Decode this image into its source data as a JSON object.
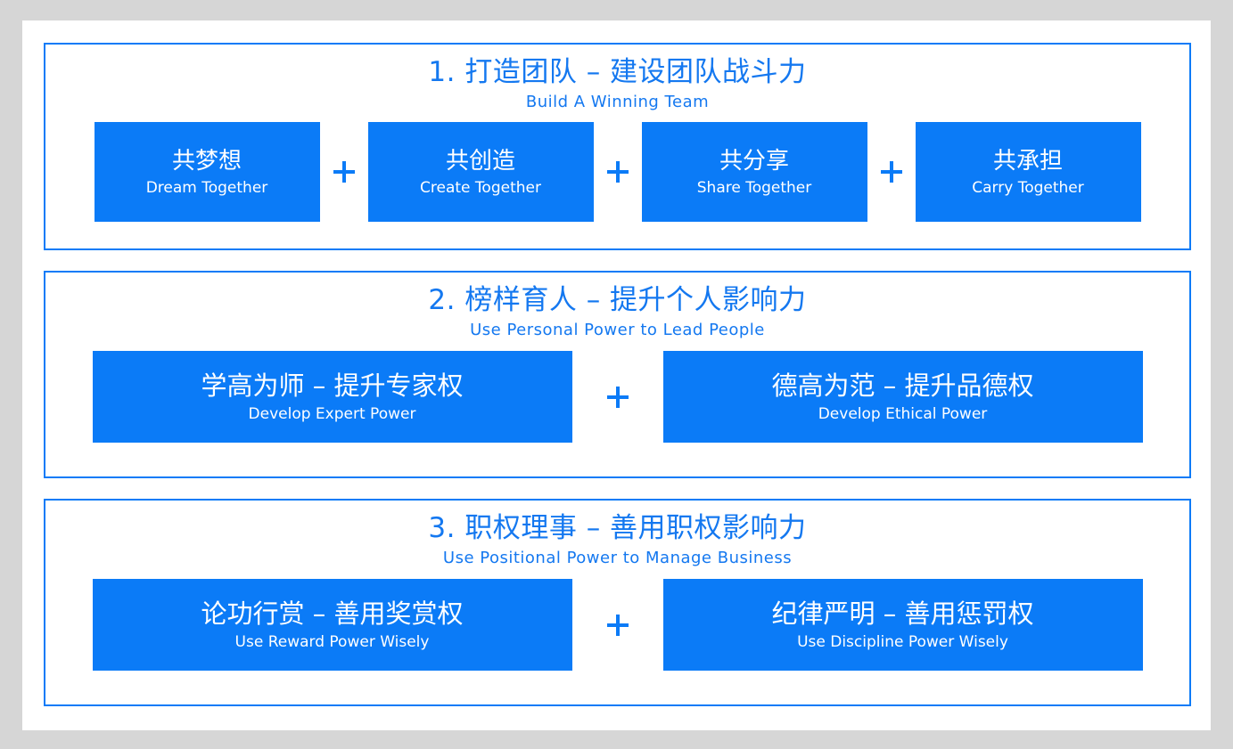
{
  "theme": {
    "frame_color": "#d6d6d6",
    "canvas_color": "#ffffff",
    "accent_blue": "#0b7bf7",
    "title_blue": "#1478f0",
    "card_text_color": "#ffffff"
  },
  "separator": {
    "symbol": "+"
  },
  "sections": [
    {
      "title_cn": "1. 打造团队 – 建设团队战斗力",
      "title_en": "Build A Winning Team",
      "cards": [
        {
          "cn": "共梦想",
          "en": "Dream Together"
        },
        {
          "cn": "共创造",
          "en": "Create Together"
        },
        {
          "cn": "共分享",
          "en": "Share Together"
        },
        {
          "cn": "共承担",
          "en": "Carry Together"
        }
      ]
    },
    {
      "title_cn": "2. 榜样育人 – 提升个人影响力",
      "title_en": "Use Personal Power to Lead People",
      "cards": [
        {
          "cn": "学高为师 – 提升专家权",
          "en": "Develop Expert Power"
        },
        {
          "cn": "德高为范 – 提升品德权",
          "en": "Develop Ethical Power"
        }
      ]
    },
    {
      "title_cn": "3. 职权理事 – 善用职权影响力",
      "title_en": "Use Positional Power to Manage Business",
      "cards": [
        {
          "cn": "论功行赏 – 善用奖赏权",
          "en": "Use Reward Power Wisely"
        },
        {
          "cn": "纪律严明 – 善用惩罚权",
          "en": "Use Discipline Power Wisely"
        }
      ]
    }
  ]
}
